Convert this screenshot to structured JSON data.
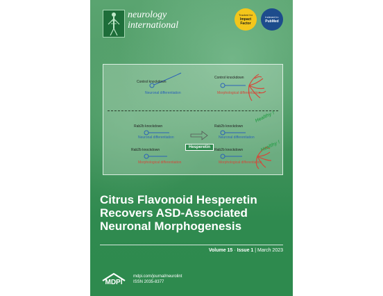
{
  "journal": {
    "name_line1": "neurology",
    "name_line2": "international",
    "logo_icon": "nervous-system-figure-icon"
  },
  "badges": {
    "impact_factor": {
      "line1": "Tracked for",
      "line2": "Impact",
      "line3": "Factor",
      "color": "#f3c61b"
    },
    "pubmed": {
      "line1": "Indexed in:",
      "line2": "PubMed",
      "color": "#1d4c8c"
    }
  },
  "graphic": {
    "control_label_left": "Control knockdown",
    "control_sub_left": "Neuronal differentiation",
    "control_label_right": "Control knockdown",
    "control_sub_right": "Morphological differentiation",
    "rab2b_1": "Rab2b knockdown",
    "rab2b_1_sub": "Neuronal differentiation",
    "rab2b_2": "Rab2b knockdown",
    "rab2b_2_sub": "Morphological differentiation",
    "rab2b_3": "Rab2b knockdown",
    "rab2b_3_sub": "Neuronal differentiation",
    "rab2b_4": "Rab2b knockdown",
    "rab2b_4_sub": "Morphological differentiation",
    "hesperetin": "Hesperetin",
    "healthy_1": "Healthy !",
    "healthy_2": "Healthy !"
  },
  "title": {
    "line1": "Citrus Flavonoid Hesperetin",
    "line2": "Recovers ASD-Associated",
    "line3": "Neuronal Morphogenesis"
  },
  "issue": {
    "volume": "Volume 15",
    "sep1": " · ",
    "issue": "Issue 1",
    "sep2": " | ",
    "date": "March 2023"
  },
  "publisher": {
    "logo_text": "MDPI",
    "url": "mdpi.com/journal/neurolint",
    "issn": "ISSN 2035-8377"
  },
  "colors": {
    "cover_green": "#3c9058",
    "title_white": "#ffffff",
    "neuron_red": "#d4493a",
    "neuron_blue": "#2a62b8"
  }
}
